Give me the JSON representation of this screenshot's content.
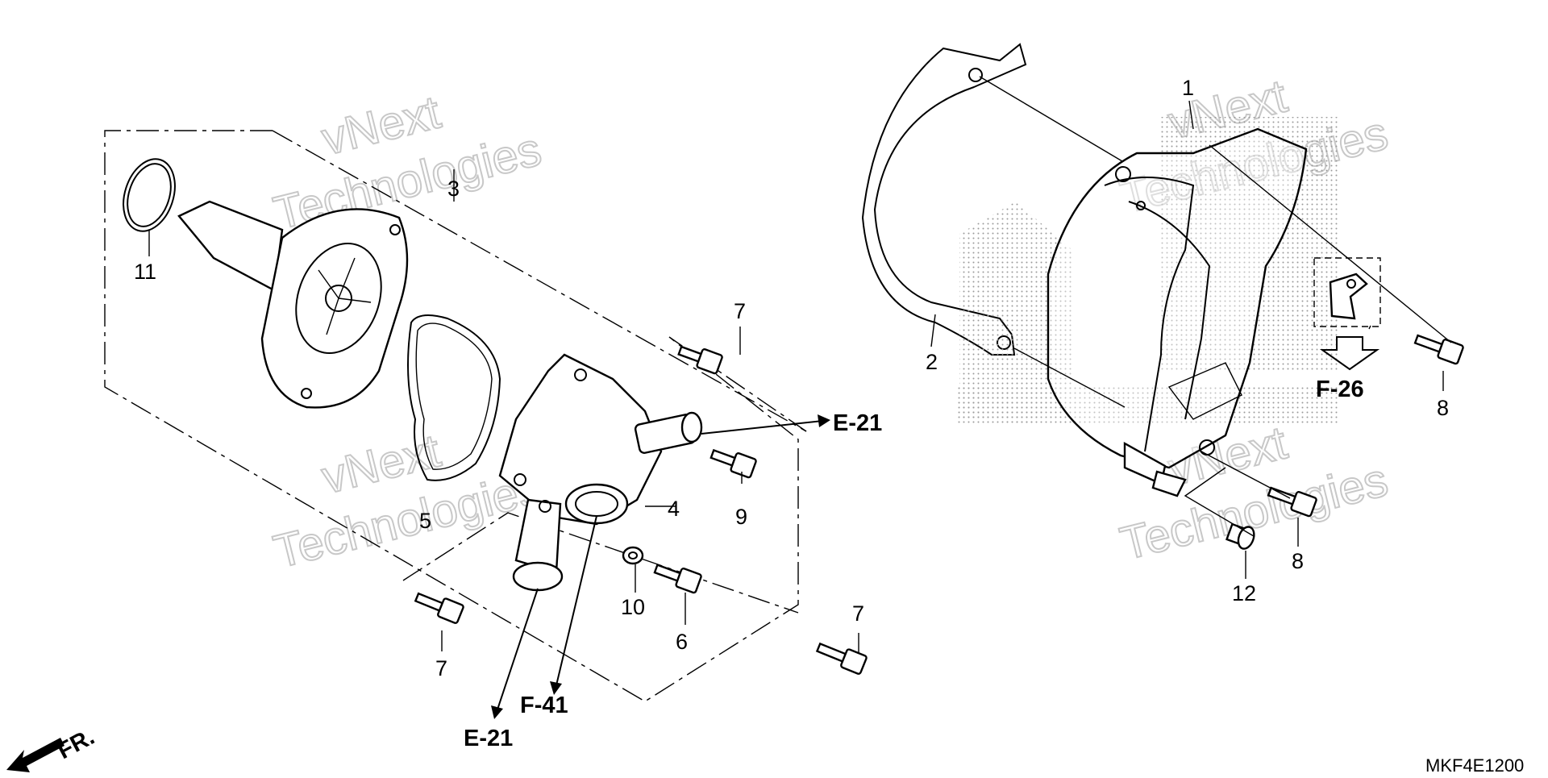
{
  "callouts": {
    "c1": "1",
    "c2": "2",
    "c3": "3",
    "c4": "4",
    "c5": "5",
    "c6": "6",
    "c7a": "7",
    "c7b": "7",
    "c7c": "7",
    "c8a": "8",
    "c8b": "8",
    "c9": "9",
    "c10": "10",
    "c11": "11",
    "c12": "12"
  },
  "references": {
    "e21_right": "E-21",
    "e21_bottom": "E-21",
    "f41": "F-41",
    "f26": "F-26",
    "front": "FR."
  },
  "diagram_code": "MKF4E1200",
  "watermark": {
    "line1": "vNext",
    "line2": "Technologies"
  },
  "colors": {
    "line": "#000000",
    "watermark": "#c8c8c8",
    "background": "#ffffff"
  }
}
